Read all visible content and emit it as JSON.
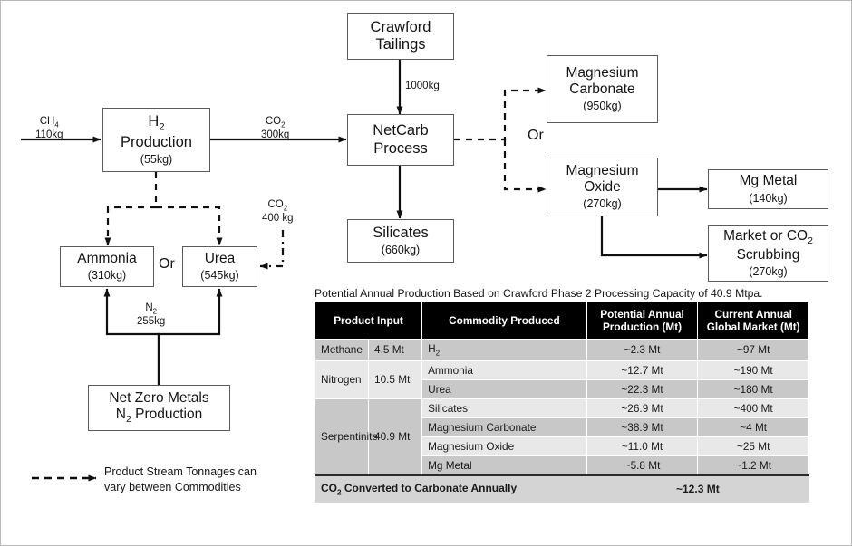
{
  "nodes": {
    "h2": {
      "title": "H",
      "title_sub": "2",
      "title2": "Production",
      "amount": "(55kg)"
    },
    "crawford": {
      "line1": "Crawford",
      "line2": "Tailings"
    },
    "netcarb": {
      "line1": "NetCarb",
      "line2": "Process"
    },
    "silicates": {
      "line1": "Silicates",
      "amount": "(660kg)"
    },
    "mgcarb": {
      "line1": "Magnesium",
      "line2": "Carbonate",
      "amount": "(950kg)"
    },
    "mgoxide": {
      "line1": "Magnesium",
      "line2": "Oxide",
      "amount": "(270kg)"
    },
    "mgmetal": {
      "line1": "Mg Metal",
      "amount": "(140kg)"
    },
    "market": {
      "line1": "Market or CO",
      "line1_sub": "2",
      "line2": "Scrubbing",
      "amount": "(270kg)"
    },
    "ammonia": {
      "line1": "Ammonia",
      "amount": "(310kg)"
    },
    "urea": {
      "line1": "Urea",
      "amount": "(545kg)"
    },
    "nzm": {
      "line1": "Net Zero Metals",
      "line2pre": "N",
      "line2sub": "2",
      "line2post": " Production"
    }
  },
  "stream_labels": {
    "ch4": {
      "species": "CH",
      "sub": "4",
      "mass": "110kg"
    },
    "co2_h2": {
      "species": "CO",
      "sub": "2",
      "mass": "300kg"
    },
    "tailings": "1000kg",
    "co2_urea": {
      "species": "CO",
      "sub": "2",
      "mass": "400 kg"
    },
    "n2": {
      "species": "N",
      "sub": "2",
      "mass": "255kg"
    }
  },
  "or_labels": {
    "right": "Or",
    "left": "Or"
  },
  "legend": {
    "line1": "Product Stream Tonnages can",
    "line2": "vary between Commodities"
  },
  "table": {
    "caption": "Potential Annual Production Based on Crawford Phase 2 Processing Capacity of 40.9 Mtpa.",
    "headers": {
      "input": "Product Input",
      "commodity": "Commodity Produced",
      "potential": "Potential Annual Production (Mt)",
      "market": "Current Annual Global Market (Mt)"
    },
    "rows": [
      {
        "input": "Methane",
        "amount": "4.5 Mt",
        "commodity": "H2",
        "commodity_base": "H",
        "commodity_sub": "2",
        "potential": "~2.3 Mt",
        "market": "~97 Mt",
        "shade": "d"
      },
      {
        "input": "Nitrogen",
        "amount": "10.5 Mt",
        "commodity": "Ammonia",
        "potential": "~12.7 Mt",
        "market": "~190 Mt",
        "shade": "l"
      },
      {
        "input": "",
        "amount": "",
        "commodity": "Urea",
        "potential": "~22.3 Mt",
        "market": "~180 Mt",
        "shade": "d"
      },
      {
        "input": "Serpentinite",
        "amount": "40.9 Mt",
        "commodity": "Silicates",
        "potential": "~26.9 Mt",
        "market": "~400 Mt",
        "shade": "l"
      },
      {
        "input": "",
        "amount": "",
        "commodity": "Magnesium Carbonate",
        "potential": "~38.9 Mt",
        "market": "~4 Mt",
        "shade": "d"
      },
      {
        "input": "",
        "amount": "",
        "commodity": "Magnesium Oxide",
        "potential": "~11.0 Mt",
        "market": "~25 Mt",
        "shade": "l"
      },
      {
        "input": "",
        "amount": "",
        "commodity": "Mg Metal",
        "potential": "~5.8 Mt",
        "market": "~1.2 Mt",
        "shade": "d"
      }
    ],
    "footer": {
      "label_pre": "CO",
      "label_sub": "2",
      "label_post": " Converted to Carbonate Annually",
      "value": "~12.3 Mt"
    }
  },
  "colors": {
    "header_bg": "#000000",
    "row_dark": "#c8c8c8",
    "row_light": "#e8e8e8",
    "footer_bg": "#d4d4d4",
    "box_border": "#5a5a5a",
    "wire": "#101010"
  }
}
